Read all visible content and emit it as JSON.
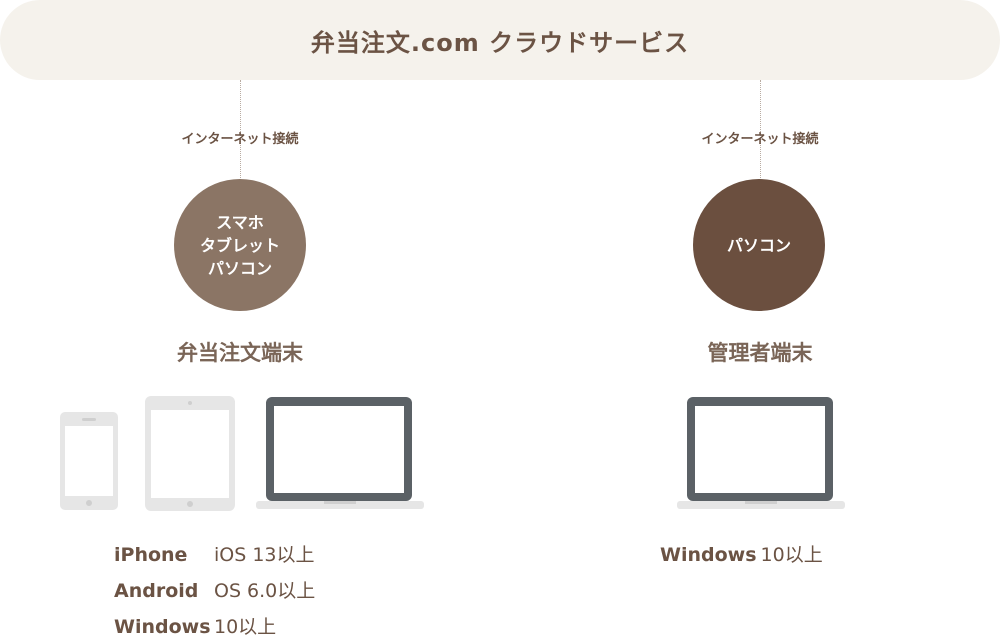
{
  "banner": {
    "title": "弁当注文.com クラウドサービス"
  },
  "left": {
    "connection_label": "インターネット接続",
    "circle_lines": [
      "スマホ",
      "タブレット",
      "パソコン"
    ],
    "section_title": "弁当注文端末",
    "specs": [
      {
        "os": "iPhone",
        "version": "iOS 13以上"
      },
      {
        "os": "Android",
        "version": "OS 6.0以上"
      },
      {
        "os": "Windows",
        "version": "10以上"
      }
    ]
  },
  "right": {
    "connection_label": "インターネット接続",
    "circle_lines": [
      "パソコン"
    ],
    "section_title": "管理者端末",
    "specs": [
      {
        "os": "Windows",
        "version": "10以上"
      }
    ]
  },
  "colors": {
    "banner_bg": "#f5f2ec",
    "text_brown": "#6b5344",
    "circle_light": "#8b7565",
    "circle_dark": "#6b4f3f",
    "device_light": "#e6e6e6",
    "device_dark": "#5b6166"
  }
}
